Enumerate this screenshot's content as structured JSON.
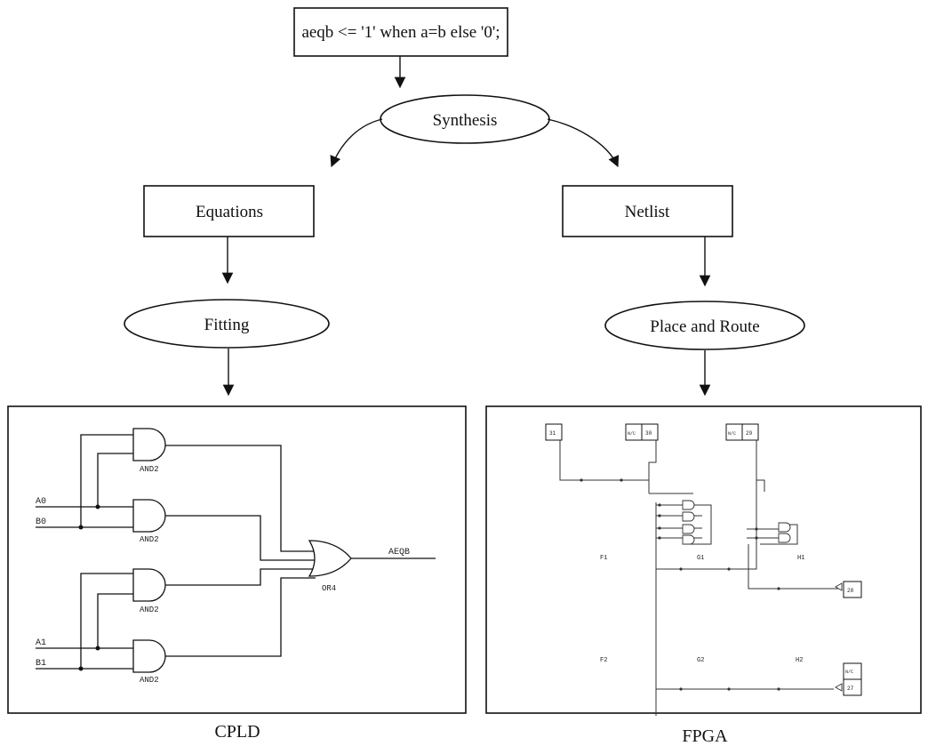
{
  "flow": {
    "code": "aeqb <= '1' when a=b else '0';",
    "synthesis": "Synthesis",
    "equations": "Equations",
    "netlist": "Netlist",
    "fitting": "Fitting",
    "place_route": "Place and Route"
  },
  "cpld": {
    "caption": "CPLD",
    "inputs": [
      "A0",
      "B0",
      "A1",
      "B1"
    ],
    "gate_and": "AND2",
    "gate_or": "OR4",
    "output": "AEQB"
  },
  "fpga": {
    "caption": "FPGA",
    "pins": {
      "p31": "31",
      "p30": "30",
      "p29": "29",
      "p28": "28",
      "p27": "27",
      "nc": "N/C"
    },
    "cells": {
      "f1": "F1",
      "g1": "G1",
      "h1": "H1",
      "f2": "F2",
      "g2": "G2",
      "h2": "H2"
    }
  }
}
